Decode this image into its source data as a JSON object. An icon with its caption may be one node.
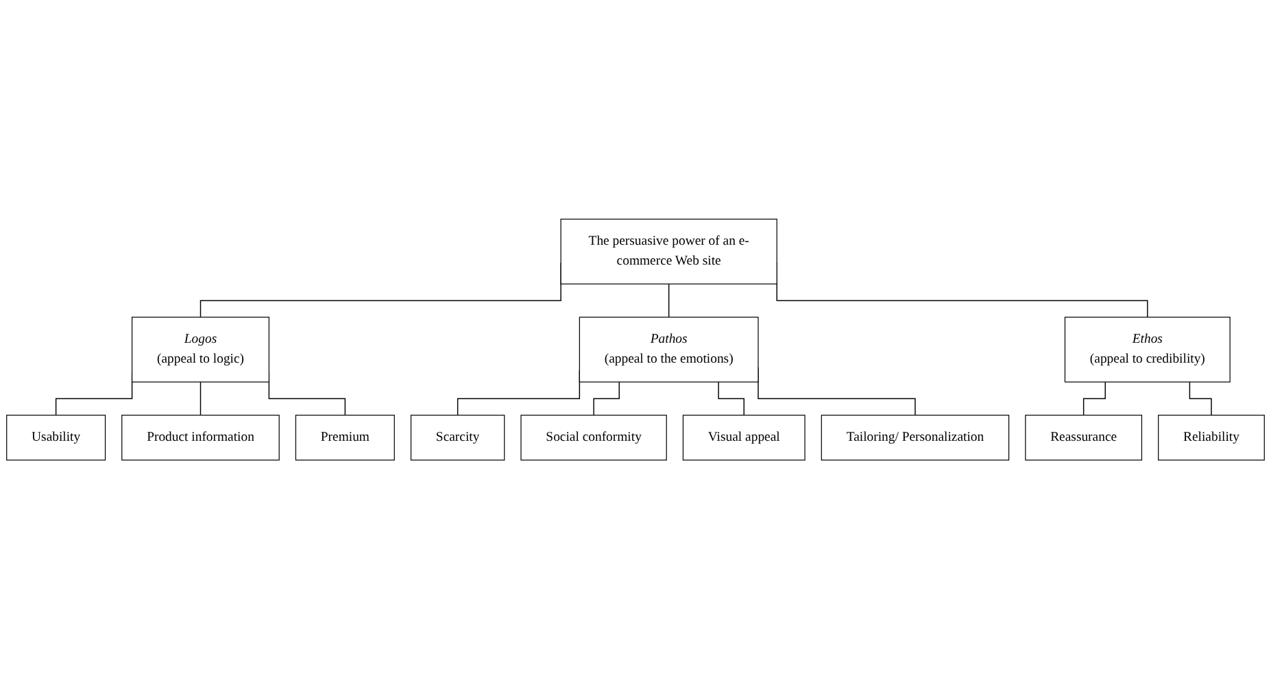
{
  "diagram": {
    "nodes": [
      {
        "text": [
          "The persuasive power of an e-commerce Web site"
        ]
      },
      {
        "text": [
          "Logos",
          "(appeal to logic)"
        ]
      },
      {
        "text": [
          "Pathos",
          "(appeal to the emotions)"
        ]
      },
      {
        "text": [
          "Ethos",
          "(appeal to credibility)"
        ]
      },
      {
        "text": [
          "Usability"
        ]
      },
      {
        "text": [
          "Product information"
        ]
      },
      {
        "text": [
          "Premium"
        ]
      },
      {
        "text": [
          "Scarcity"
        ]
      },
      {
        "text": [
          "Social conformity"
        ]
      },
      {
        "text": [
          "Visual appeal"
        ]
      },
      {
        "text": [
          "Tailoring/ Personalization"
        ]
      },
      {
        "text": [
          "Reassurance"
        ]
      },
      {
        "text": [
          "Reliability"
        ]
      }
    ],
    "edges": [
      {
        "from": 0,
        "to": 1,
        "arrow": "none"
      },
      {
        "from": 0,
        "to": 2,
        "arrow": "none"
      },
      {
        "from": 0,
        "to": 3,
        "arrow": "none"
      },
      {
        "from": 1,
        "to": 4,
        "arrow": "none"
      },
      {
        "from": 1,
        "to": 5,
        "arrow": "none"
      },
      {
        "from": 1,
        "to": 6,
        "arrow": "none"
      },
      {
        "from": 2,
        "to": 7,
        "arrow": "none"
      },
      {
        "from": 2,
        "to": 8,
        "arrow": "none"
      },
      {
        "from": 2,
        "to": 9,
        "arrow": "none"
      },
      {
        "from": 2,
        "to": 10,
        "arrow": "none"
      },
      {
        "from": 3,
        "to": 11,
        "arrow": "none"
      },
      {
        "from": 3,
        "to": 12,
        "arrow": "none"
      }
    ]
  }
}
